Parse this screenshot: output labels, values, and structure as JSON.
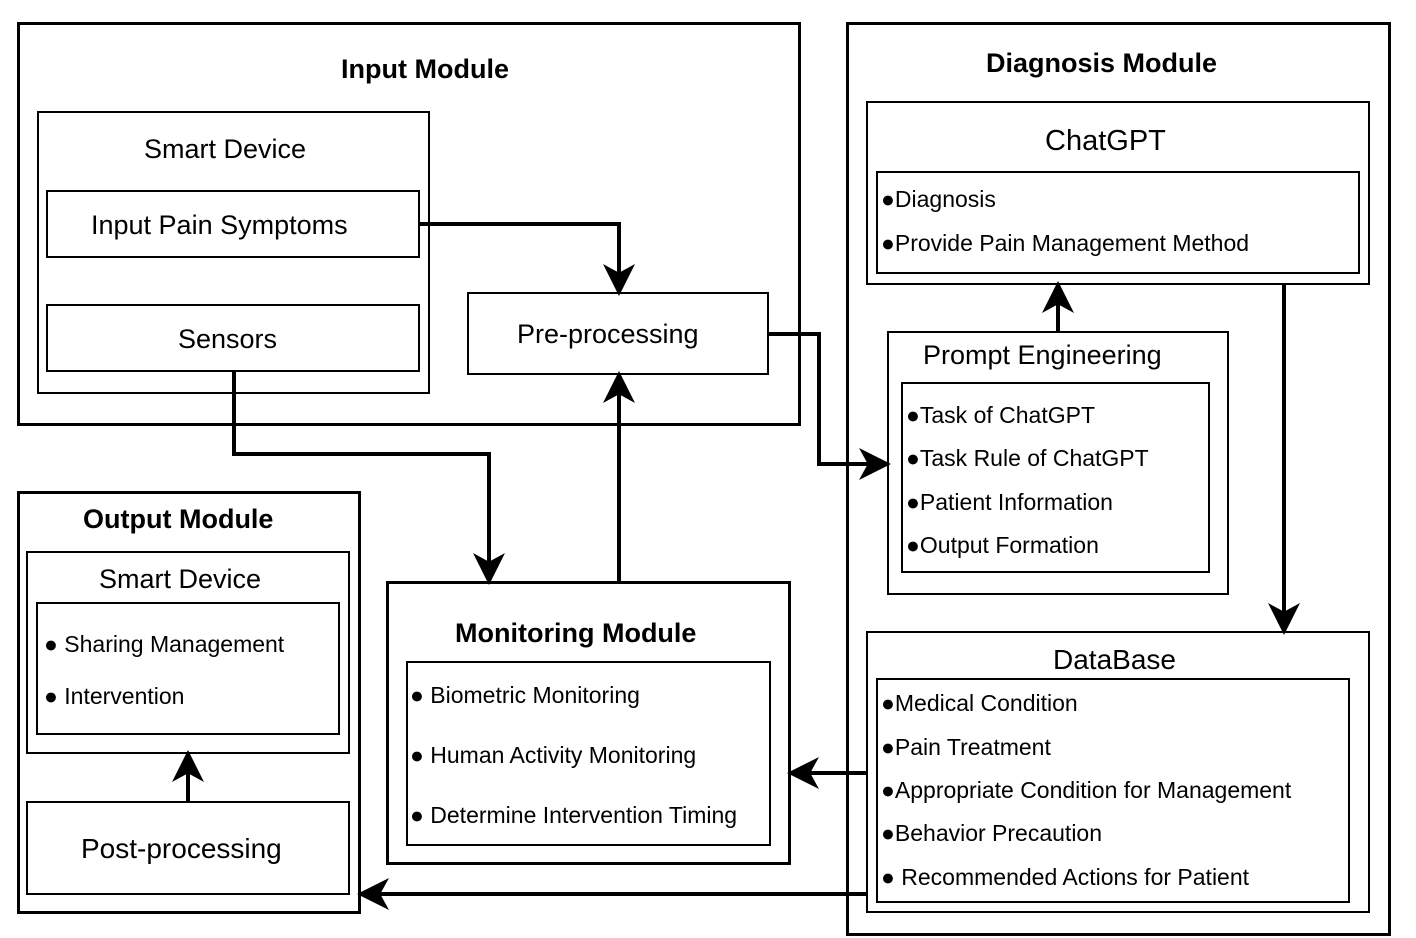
{
  "input_module": {
    "title": "Input Module",
    "smart_device": {
      "title": "Smart Device",
      "input_pain_symptoms": "Input Pain Symptoms",
      "sensors": "Sensors"
    },
    "pre_processing": "Pre-processing"
  },
  "diagnosis_module": {
    "title": "Diagnosis Module",
    "chatgpt": {
      "title": "ChatGPT",
      "items": [
        "●Diagnosis",
        "●Provide Pain Management Method"
      ]
    },
    "prompt_engineering": {
      "title": "Prompt Engineering",
      "items": [
        "●Task of ChatGPT",
        "●Task Rule of ChatGPT",
        "●Patient Information",
        "●Output Formation"
      ]
    },
    "database": {
      "title": "DataBase",
      "items": [
        "●Medical Condition",
        "●Pain Treatment",
        "●Appropriate Condition for Management",
        "●Behavior Precaution",
        "● Recommended Actions for Patient"
      ]
    }
  },
  "output_module": {
    "title": "Output Module",
    "smart_device": {
      "title": "Smart Device",
      "items": [
        "● Sharing Management",
        "● Intervention"
      ]
    },
    "post_processing": "Post-processing"
  },
  "monitoring_module": {
    "title": "Monitoring Module",
    "items": [
      "● Biometric Monitoring",
      "● Human Activity Monitoring",
      "● Determine Intervention Timing"
    ]
  }
}
